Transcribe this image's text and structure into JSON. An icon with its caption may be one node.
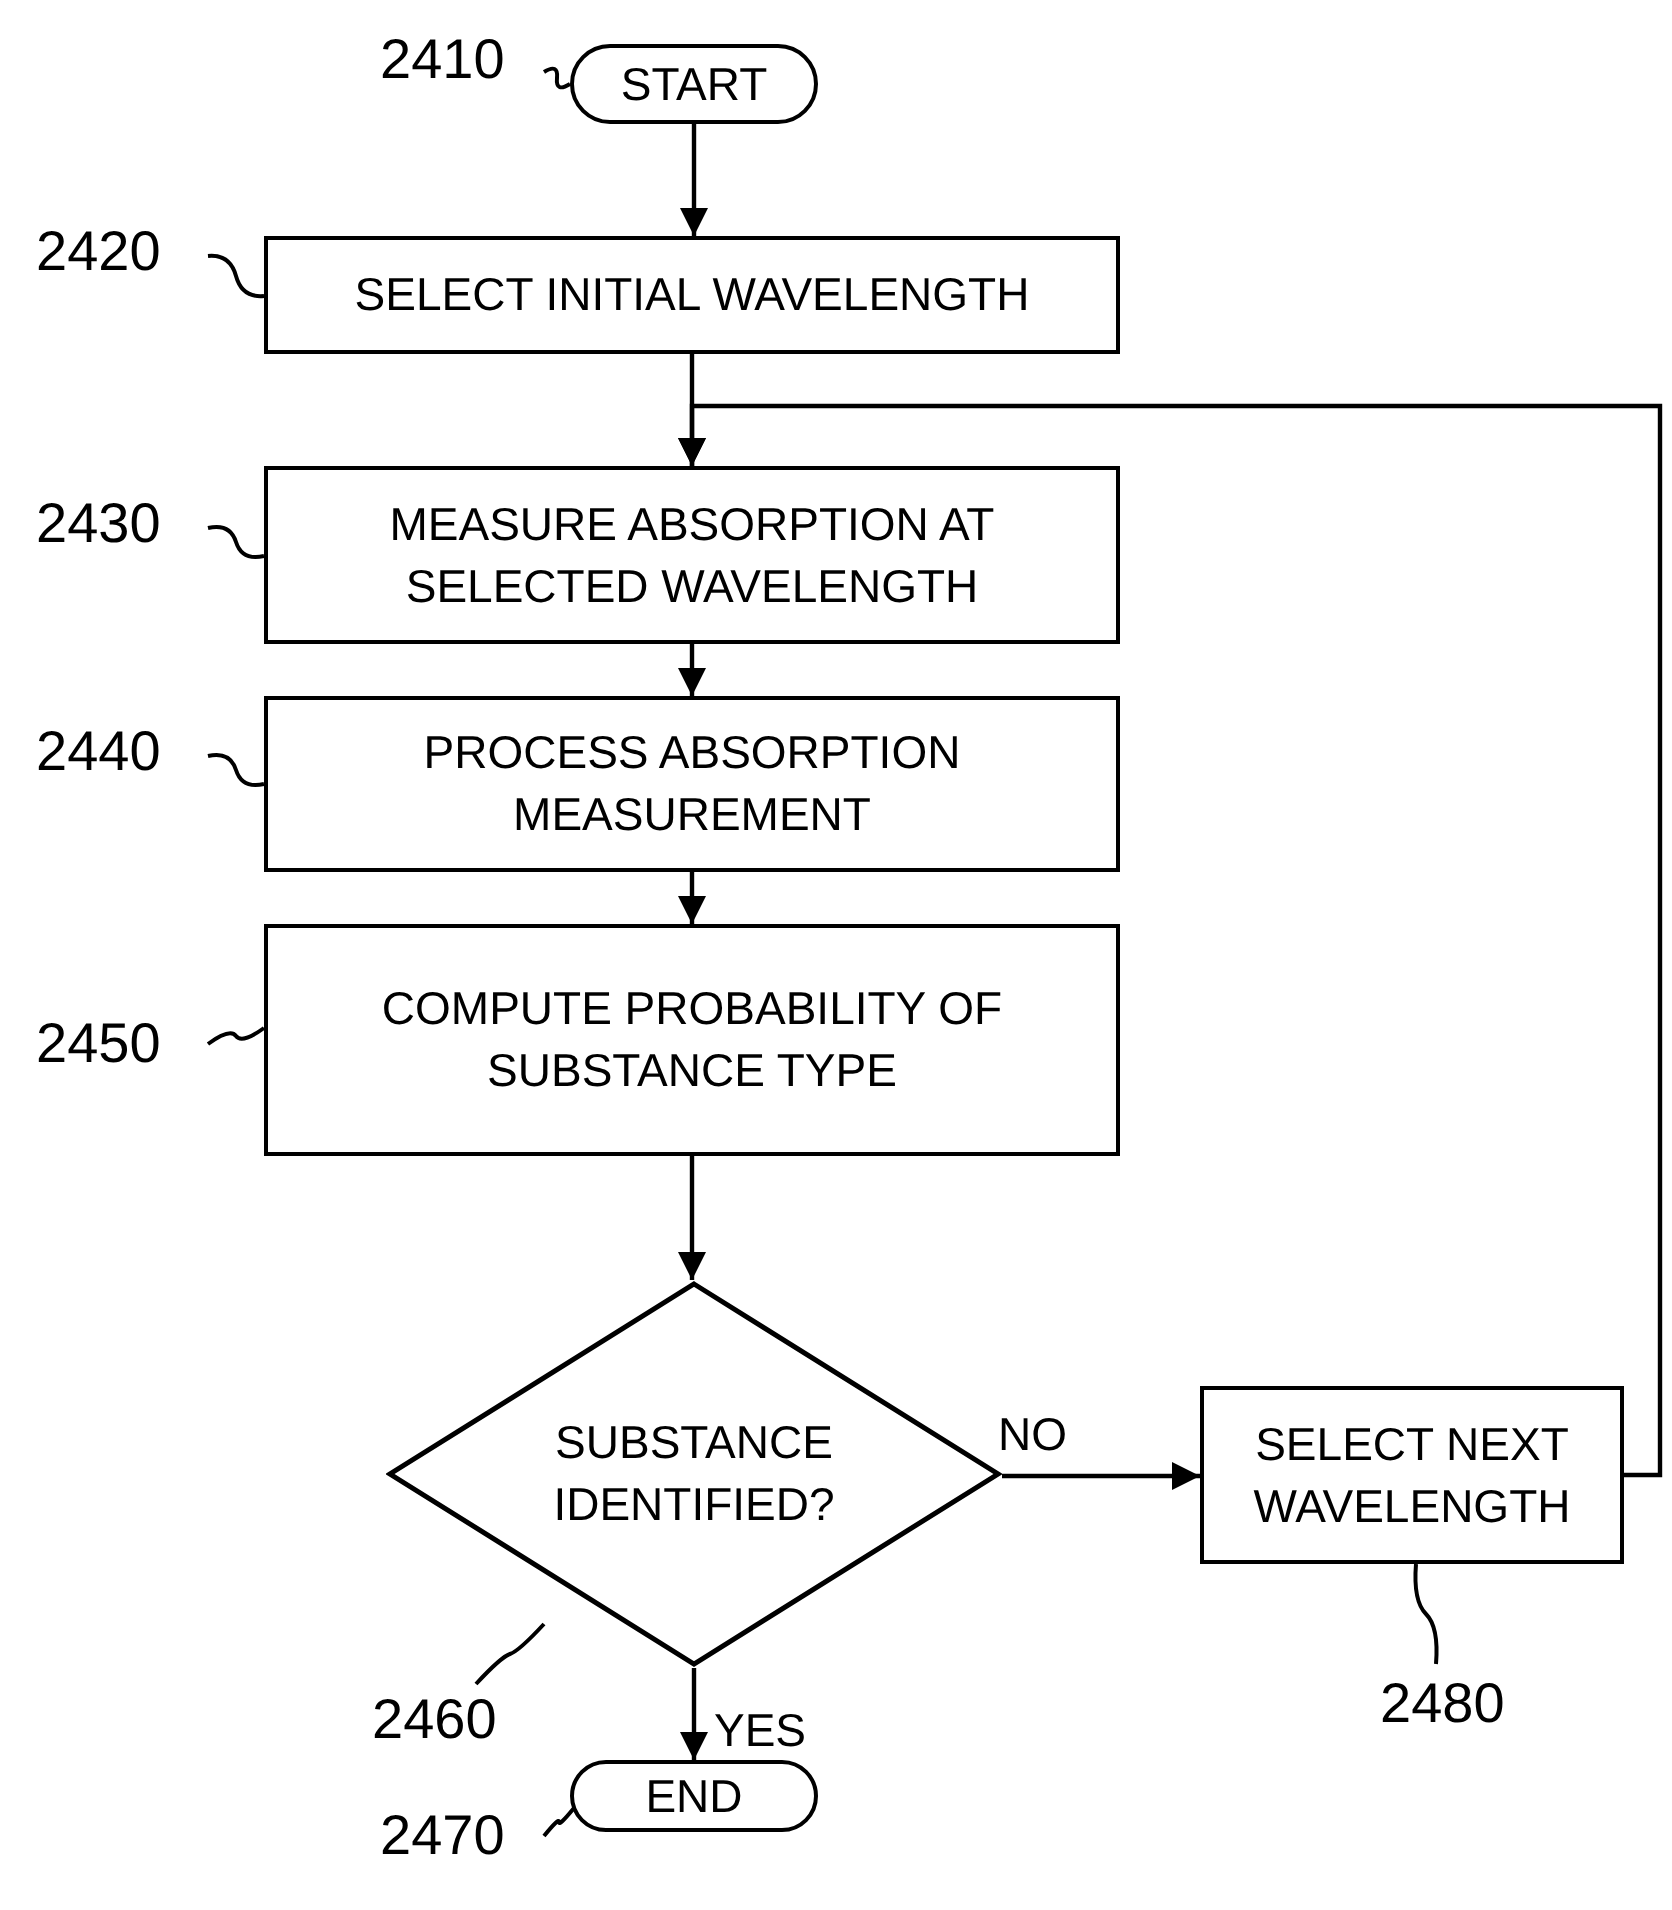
{
  "diagram": {
    "nodes": [
      {
        "text": [
          "START"
        ],
        "beside": [
          "2410"
        ]
      },
      {
        "text": [
          "SELECT INITIAL WAVELENGTH"
        ],
        "beside": [
          "2420"
        ]
      },
      {
        "text": [
          "MEASURE ABSORPTION AT SELECTED WAVELENGTH"
        ],
        "beside": [
          "2430"
        ]
      },
      {
        "text": [
          "PROCESS ABSORPTION MEASUREMENT"
        ],
        "beside": [
          "2440"
        ]
      },
      {
        "text": [
          "COMPUTE PROBABILITY OF SUBSTANCE TYPE"
        ],
        "beside": [
          "2450"
        ]
      },
      {
        "text": [
          "SUBSTANCE IDENTIFIED?"
        ],
        "beside": [
          "2460"
        ]
      },
      {
        "text": [
          "SELECT NEXT WAVELENGTH"
        ],
        "beside": [
          "2480"
        ]
      },
      {
        "text": [
          "END"
        ],
        "beside": [
          "2470"
        ]
      }
    ],
    "edges": [
      {
        "from": 0,
        "to": 1,
        "arrow": "to"
      },
      {
        "from": 1,
        "to": 2,
        "arrow": "to"
      },
      {
        "from": 2,
        "to": 3,
        "arrow": "to"
      },
      {
        "from": 3,
        "to": 4,
        "arrow": "to"
      },
      {
        "from": 4,
        "to": 5,
        "arrow": "to"
      },
      {
        "from": 5,
        "to": 6,
        "arrow": "to",
        "label": "NO"
      },
      {
        "from": 6,
        "to": 2,
        "arrow": "to"
      },
      {
        "from": 5,
        "to": 7,
        "arrow": "to",
        "label": "YES"
      }
    ]
  }
}
